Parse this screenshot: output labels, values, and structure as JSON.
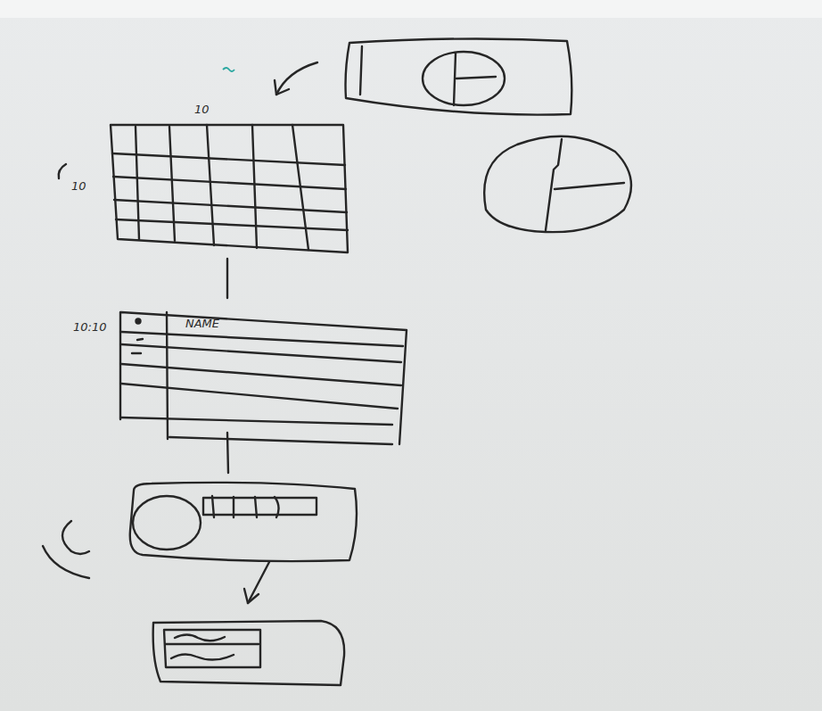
{
  "diagram": {
    "labels": [
      "10",
      "10",
      "10:10",
      "NAME"
    ]
  }
}
